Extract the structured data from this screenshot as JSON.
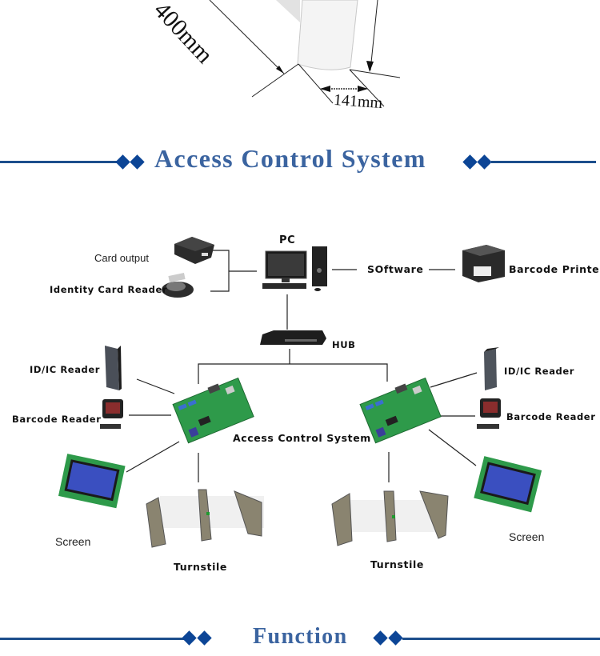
{
  "dimension_drawing": {
    "labels": [
      "400mm",
      "141mm"
    ]
  },
  "sections": {
    "access_control": {
      "title": "Access Control System"
    },
    "function": {
      "title": "Function"
    }
  },
  "diagram": {
    "top": {
      "pc": "PC",
      "card_output": "Card output",
      "identity_card_reader": "Identity Card Reader",
      "software": "SOftware",
      "barcode_printer": "Barcode Printer",
      "hub": "HUB"
    },
    "left_branch": {
      "id_ic_reader": "ID/IC Reader",
      "barcode_reader": "Barcode Reader",
      "screen": "Screen",
      "turnstile": "Turnstile"
    },
    "center_label": "Access Control System",
    "right_branch": {
      "id_ic_reader": "ID/IC Reader",
      "barcode_reader": "Barcode Reader",
      "screen": "Screen",
      "turnstile": "Turnstile"
    }
  },
  "colors": {
    "title_blue": "#3b64a0",
    "rule_blue": "#1d4e8c",
    "diamond_blue": "#0c4596",
    "board_green": "#2e9a4a",
    "lcd_blue": "#3a4fc0"
  }
}
